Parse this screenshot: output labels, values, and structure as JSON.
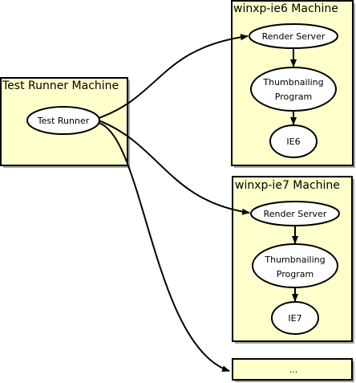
{
  "machines": {
    "test_runner": {
      "title": "Test Runner Machine",
      "node": "Test Runner"
    },
    "ie6": {
      "title": "winxp-ie6 Machine",
      "render_server": "Render Server",
      "thumb_line1": "Thumbnailing",
      "thumb_line2": "Program",
      "browser": "IE6"
    },
    "ie7": {
      "title": "winxp-ie7 Machine",
      "render_server": "Render Server",
      "thumb_line1": "Thumbnailing",
      "thumb_line2": "Program",
      "browser": "IE7"
    },
    "more": {
      "label": "..."
    }
  },
  "colors": {
    "box_fill": "#ffffcc",
    "node_fill": "#ffffff",
    "stroke": "#000000"
  }
}
